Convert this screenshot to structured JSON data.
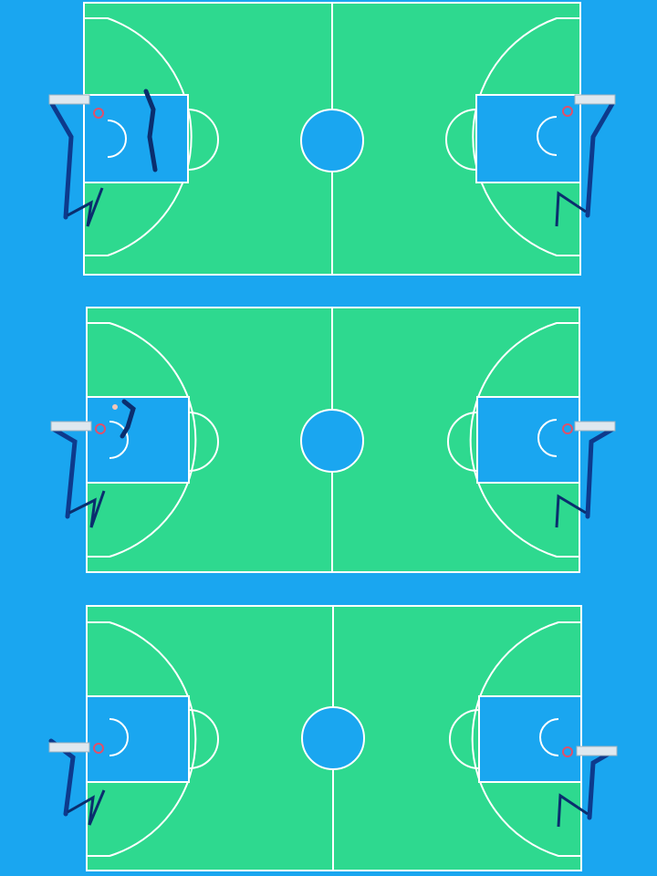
{
  "scene": {
    "description_id": "aerial-basketball-courts",
    "colors": {
      "surround": "#1aa6f0",
      "court": "#2ed98f",
      "key": "#1aa6f0",
      "lines": "#ffffff",
      "hoop_pole": "#0d3a8c",
      "shadow": "#0a2e6e",
      "rim": "#e0506a",
      "backboard_frame": "#dfe8ef"
    },
    "courts": [
      {
        "name": "court-top",
        "players_near_left_basket": 1
      },
      {
        "name": "court-middle",
        "players_near_left_basket": 1
      },
      {
        "name": "court-bottom",
        "players_near_left_basket": 0
      }
    ]
  }
}
